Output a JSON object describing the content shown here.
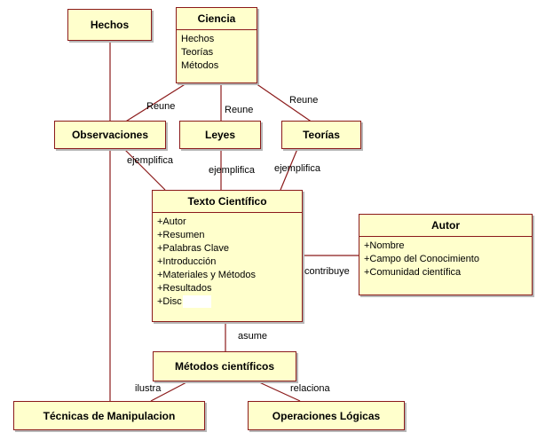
{
  "nodes": {
    "hechos": {
      "title": "Hechos"
    },
    "ciencia": {
      "title": "Ciencia",
      "attrs": [
        "Hechos",
        "Teorías",
        "Métodos"
      ]
    },
    "observaciones": {
      "title": "Observaciones"
    },
    "leyes": {
      "title": "Leyes"
    },
    "teorias": {
      "title": "Teorías"
    },
    "texto": {
      "title": "Texto Científico",
      "attrs": [
        "+Autor",
        "+Resumen",
        "+Palabras Clave",
        "+Introducción",
        "+Materiales y Métodos",
        "+Resultados",
        "+Disc"
      ]
    },
    "autor": {
      "title": "Autor",
      "attrs": [
        "+Nombre",
        "+Campo del Conocimiento",
        "+Comunidad científica"
      ]
    },
    "metodos": {
      "title": "Métodos científicos"
    },
    "tecnicas": {
      "title": "Técnicas de Manipulacion"
    },
    "operaciones": {
      "title": "Operaciones Lógicas"
    }
  },
  "labels": {
    "reune_left": "Reune",
    "reune_mid": "Reune",
    "reune_right": "Reune",
    "ejemplifica_left": "ejemplifica",
    "ejemplifica_mid": "ejemplifica",
    "ejemplifica_right": "ejemplifica",
    "contribuye": "contribuye",
    "asume": "asume",
    "ilustra": "ilustra",
    "relaciona": "relaciona"
  },
  "colors": {
    "box_fill": "#ffffcc",
    "box_border": "#8b1a1a",
    "connector": "#8b1a1a",
    "shadow": "#b8b8b8"
  }
}
